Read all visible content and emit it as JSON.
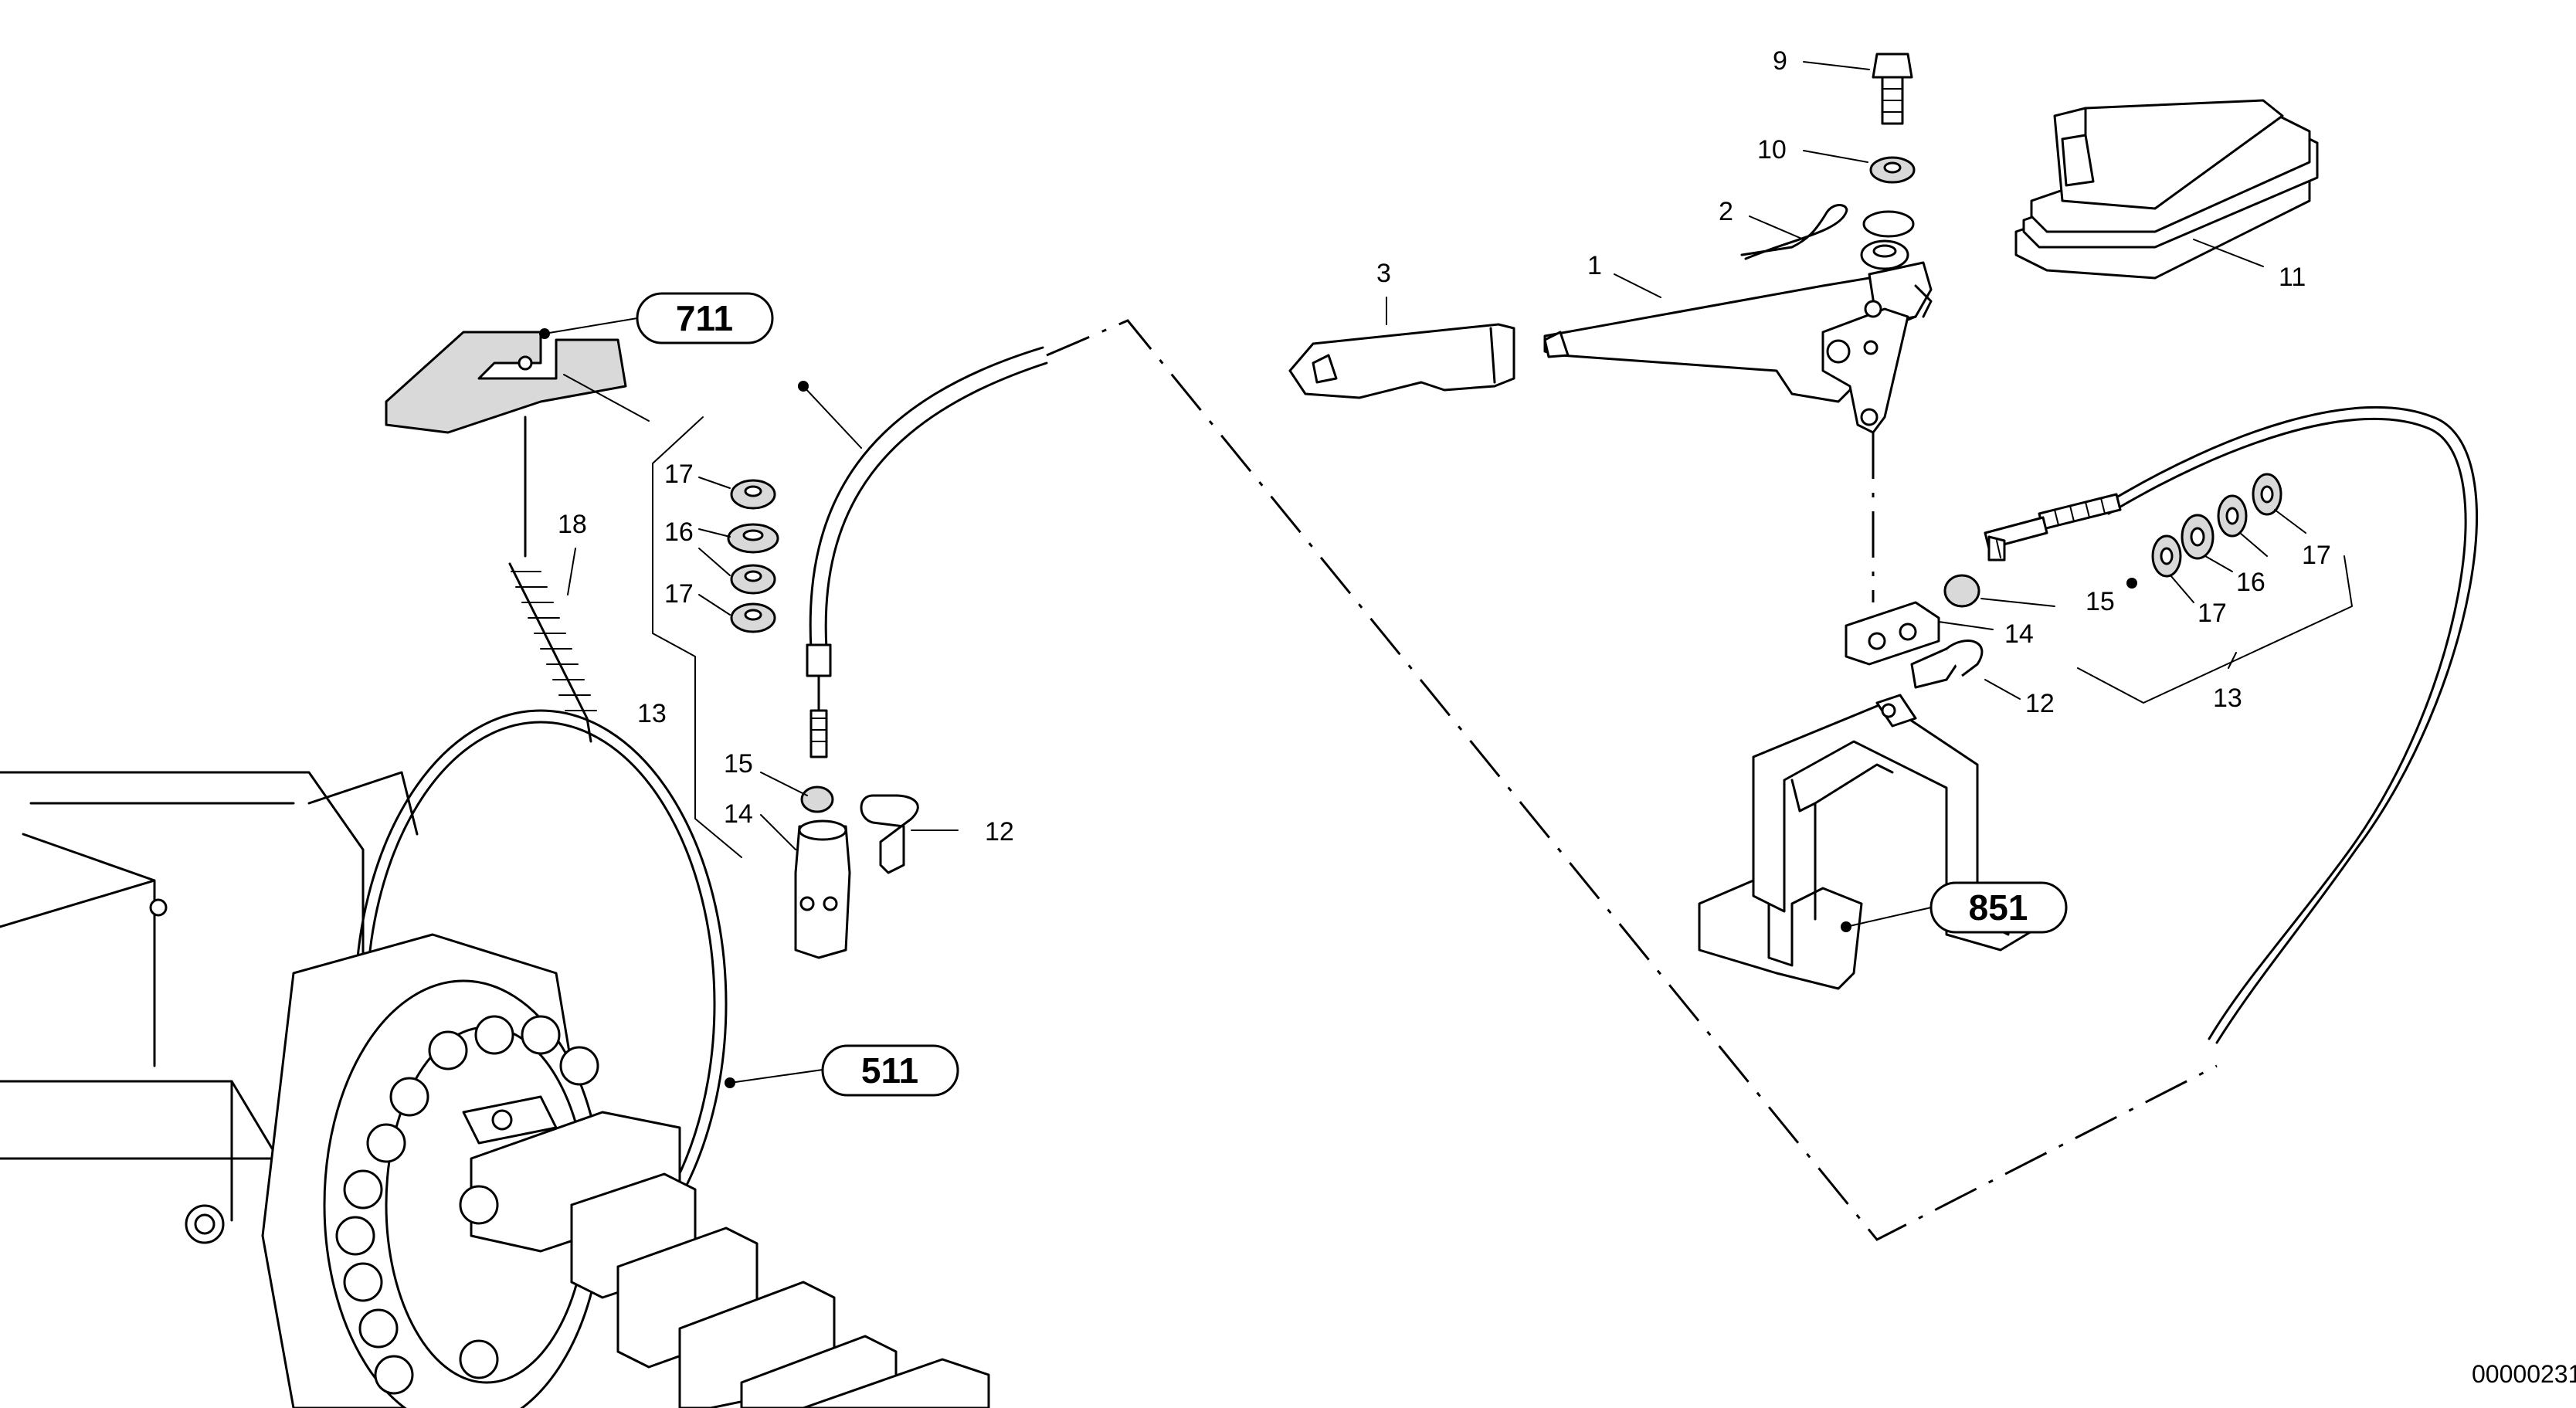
{
  "diagram": {
    "drawing_number": "00000231",
    "reference_boxes": [
      {
        "key": "ref_711",
        "text": "711"
      },
      {
        "key": "ref_511",
        "text": "511"
      },
      {
        "key": "ref_851",
        "text": "851"
      }
    ],
    "part_labels": {
      "p1": "1",
      "p2": "2",
      "p3": "3",
      "p9": "9",
      "p10": "10",
      "p11": "11",
      "p12_left": "12",
      "p12_right": "12",
      "p13_left": "13",
      "p13_right": "13",
      "p14_left": "14",
      "p14_right": "14",
      "p15_left": "15",
      "p15_right": "15",
      "p16_left": "16",
      "p16_right": "16",
      "p17_left_top": "17",
      "p17_left_bottom": "17",
      "p17_right_a": "17",
      "p17_right_b": "17",
      "p18": "18"
    }
  }
}
